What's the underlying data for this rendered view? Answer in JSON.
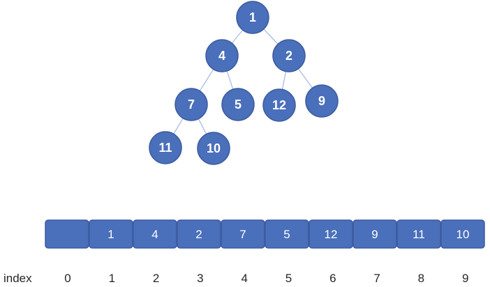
{
  "tree": {
    "nodes": [
      {
        "id": "n1",
        "label": "1"
      },
      {
        "id": "n4",
        "label": "4"
      },
      {
        "id": "n2",
        "label": "2"
      },
      {
        "id": "n7",
        "label": "7"
      },
      {
        "id": "n5",
        "label": "5"
      },
      {
        "id": "n12",
        "label": "12"
      },
      {
        "id": "n9",
        "label": "9"
      },
      {
        "id": "n11",
        "label": "11"
      },
      {
        "id": "n10",
        "label": "10"
      }
    ],
    "edges": [
      [
        "n1",
        "n4"
      ],
      [
        "n1",
        "n2"
      ],
      [
        "n4",
        "n7"
      ],
      [
        "n4",
        "n5"
      ],
      [
        "n2",
        "n12"
      ],
      [
        "n2",
        "n9"
      ],
      [
        "n7",
        "n11"
      ],
      [
        "n7",
        "n10"
      ]
    ]
  },
  "array": {
    "cells": [
      "",
      "1",
      "4",
      "2",
      "7",
      "5",
      "12",
      "9",
      "11",
      "10"
    ],
    "index_label": "index",
    "indices": [
      "0",
      "1",
      "2",
      "3",
      "4",
      "5",
      "6",
      "7",
      "8",
      "9"
    ]
  },
  "colors": {
    "node_fill": "#4a6fbb",
    "node_stroke": "#3c5b9e",
    "edge": "#8faadc",
    "text_on_node": "#ffffff",
    "index_text": "#262626"
  }
}
